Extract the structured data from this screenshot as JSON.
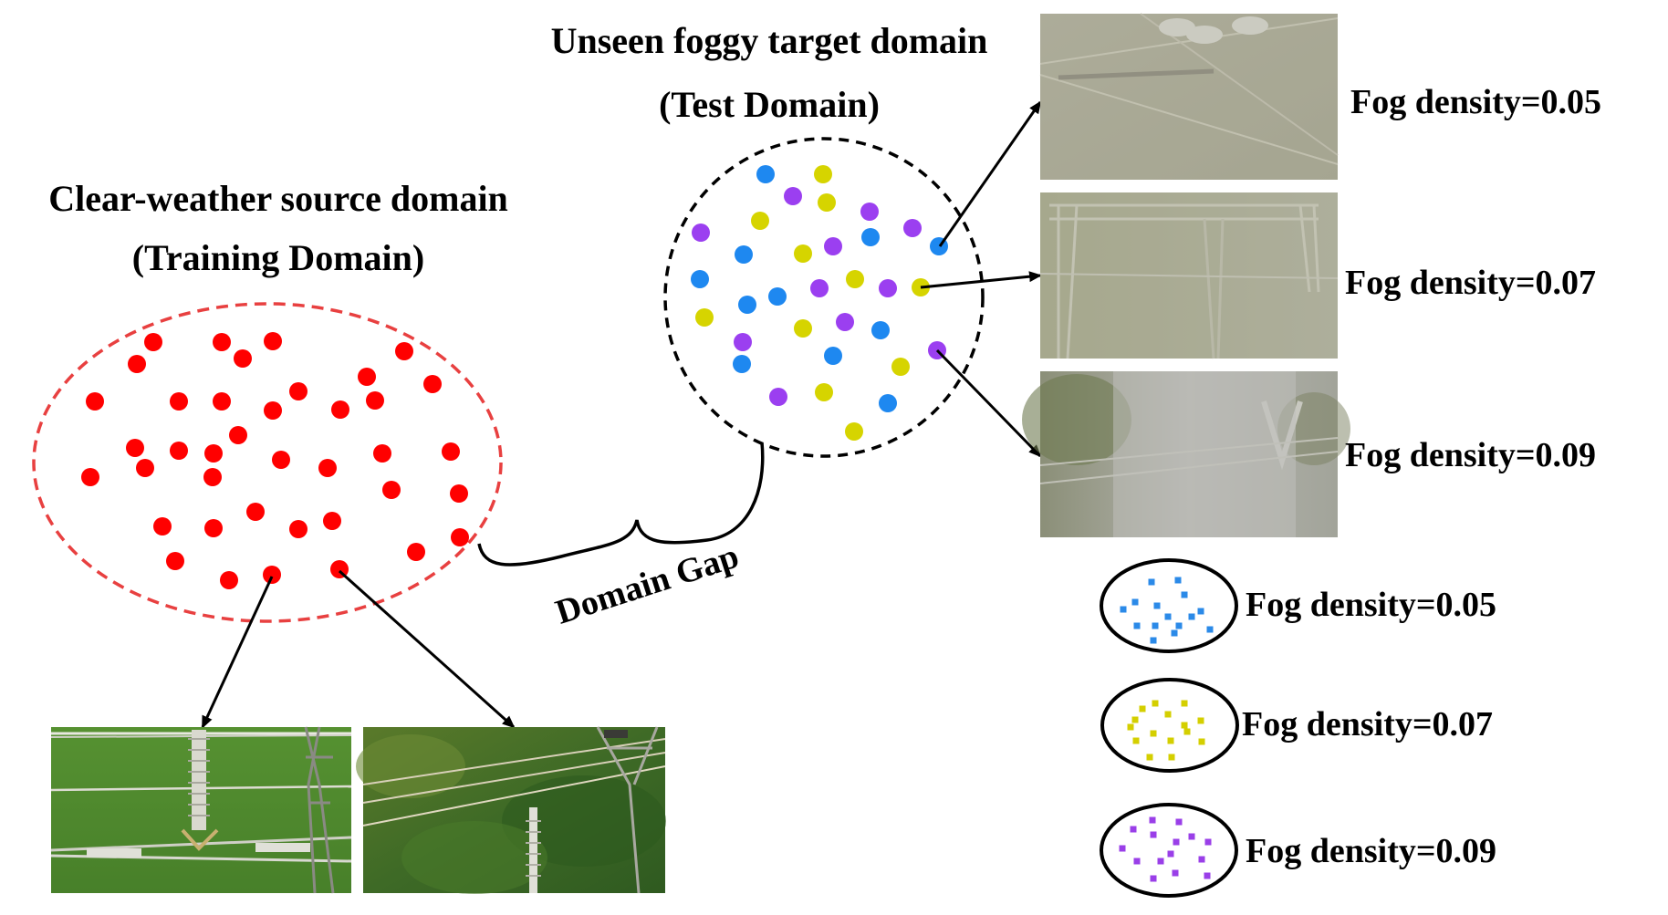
{
  "source_domain": {
    "title_line1": "Clear-weather source domain",
    "title_line2": "(Training Domain)",
    "color": "#ff0000",
    "boundary_color": "#e84040"
  },
  "target_domain": {
    "title_line1": "Unseen foggy target domain",
    "title_line2": "(Test Domain)",
    "boundary_color": "#000000"
  },
  "gap_label": "Domain Gap",
  "fog_images": [
    {
      "label": "Fog density=0.05"
    },
    {
      "label": "Fog density=0.07"
    },
    {
      "label": "Fog density=0.09"
    }
  ],
  "legend": [
    {
      "label": "Fog density=0.05",
      "color": "#2b8ae8"
    },
    {
      "label": "Fog density=0.07",
      "color": "#d4cf00"
    },
    {
      "label": "Fog density=0.09",
      "color": "#9a3fe8"
    }
  ],
  "colors": {
    "blue": "#1e88f0",
    "yellow": "#d6d400",
    "purple": "#9b3ff0",
    "red": "#ff0000"
  }
}
